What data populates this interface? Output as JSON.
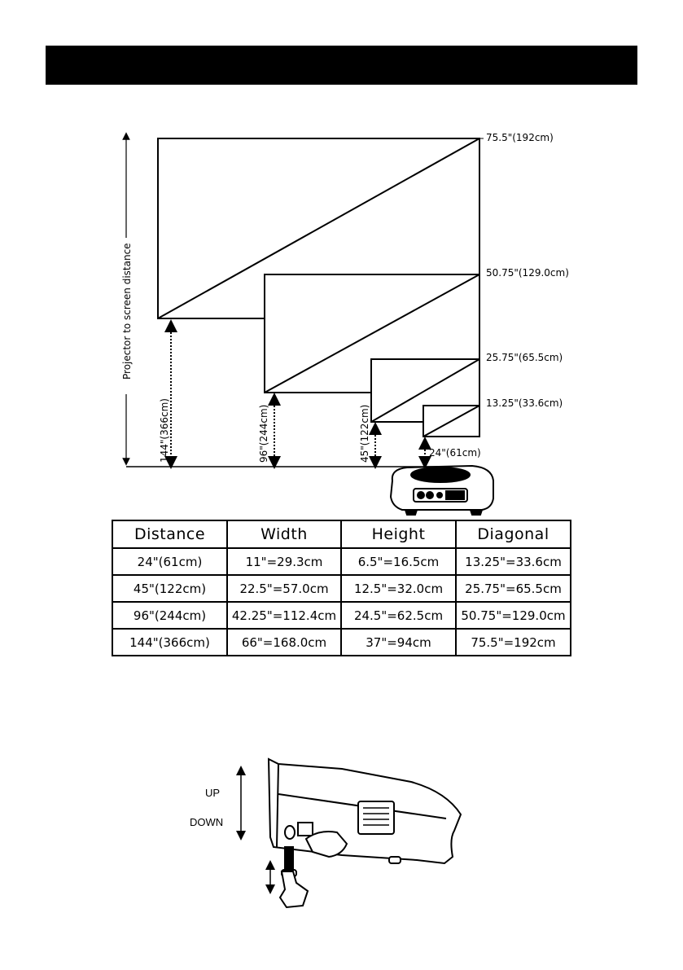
{
  "screen_labels": [
    "75.5\"(192cm)",
    "50.75\"(129.0cm)",
    "25.75\"(65.5cm)",
    "13.25\"(33.6cm)"
  ],
  "distance_labels": [
    "144\"(366cm)",
    "96\"(244cm)",
    "45\"(122cm)",
    "24\"(61cm)"
  ],
  "vertical_axis_label": "Projector to screen distance",
  "table": {
    "headers": [
      "Distance",
      "Width",
      "Height",
      "Diagonal"
    ],
    "rows": [
      [
        "24\"(61cm)",
        "11\"=29.3cm",
        "6.5\"=16.5cm",
        "13.25\"=33.6cm"
      ],
      [
        "45\"(122cm)",
        "22.5\"=57.0cm",
        "12.5\"=32.0cm",
        "25.75\"=65.5cm"
      ],
      [
        "96\"(244cm)",
        "42.25\"=112.4cm",
        "24.5\"=62.5cm",
        "50.75\"=129.0cm"
      ],
      [
        "144\"(366cm)",
        "66\"=168.0cm",
        "37\"=94cm",
        "75.5\"=192cm"
      ]
    ]
  },
  "adjust_labels": {
    "up": "UP",
    "down": "DOWN"
  }
}
